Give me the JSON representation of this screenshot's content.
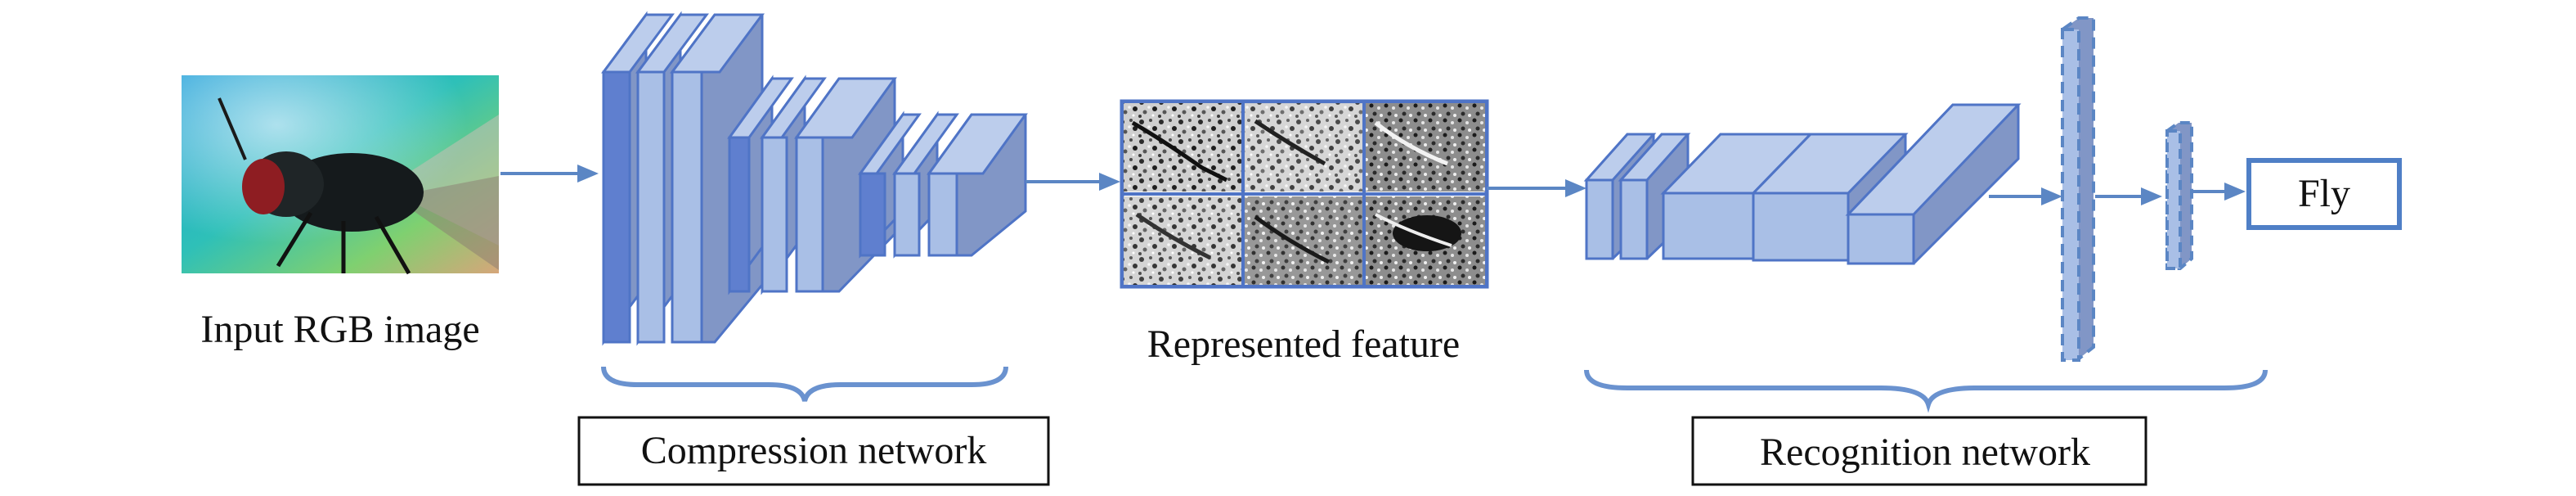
{
  "diagram": {
    "input_label": "Input RGB image",
    "feature_label": "Represented feature",
    "compression_label": "Compression network",
    "recognition_label": "Recognition network",
    "output_label": "Fly"
  },
  "colors": {
    "block_front": "#a9bfe6",
    "block_dark": "#5f7fcf",
    "block_top": "#bccdec",
    "block_side": "#8196c6",
    "block_edge": "#4f74c6",
    "arrow": "#5b86c4",
    "brace": "#6a92cf",
    "output_border": "#4f7fc6"
  },
  "icons": {
    "input": "fly-photo",
    "feature_maps": "grayscale-feature-grid"
  }
}
